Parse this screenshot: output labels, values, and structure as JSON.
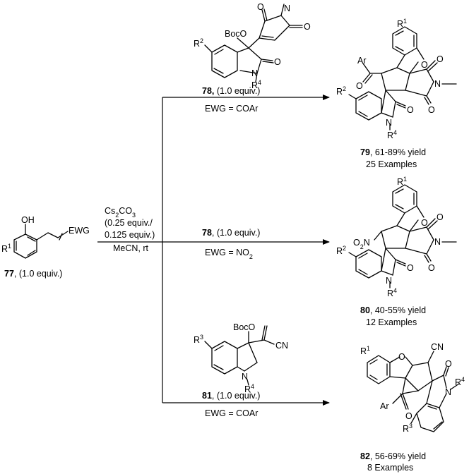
{
  "reagents_main": {
    "base": "Cs2CO3",
    "loading_1": "(0.25 equiv./",
    "loading_2": "0.125 equiv.)",
    "solvent": "MeCN, rt"
  },
  "start": {
    "id": "77",
    "equiv": ", (1.0 equiv.)",
    "atoms": {
      "oh": "OH",
      "r1": "R1",
      "ewg": "EWG"
    }
  },
  "branch_top": {
    "reagent_id": "78,",
    "reagent_equiv": " (1.0 equiv.)",
    "condition": "EWG = COAr",
    "reagent_atoms": {
      "boco": "BocO",
      "o1": "O",
      "o2": "O",
      "n1": "N",
      "o3": "O",
      "r2": "R2",
      "n2": "N",
      "r4": "R4"
    },
    "product_id": "79",
    "yield": ", 61-89% yield",
    "examples": "25 Examples",
    "product_atoms": {
      "r1": "R1",
      "o_ring": "O",
      "ar": "Ar",
      "o_ket": "O",
      "o_imide1": "O",
      "n_imide": "N",
      "o_imide2": "O",
      "r2": "R2",
      "o_lactam": "O",
      "n_lactam": "N",
      "r4": "R4"
    }
  },
  "branch_mid": {
    "reagent_id": "78",
    "reagent_equiv": ", (1.0 equiv.)",
    "condition": "EWG = NO2",
    "product_id": "80",
    "yield": ", 40-55% yield",
    "examples": "12 Examples",
    "product_atoms": {
      "r1": "R1",
      "o_ring": "O",
      "o2n": "O2N",
      "o_imide1": "O",
      "n_imide": "N",
      "o_imide2": "O",
      "r2": "R2",
      "o_lactam": "O",
      "n_lactam": "N",
      "r4": "R4"
    }
  },
  "branch_bot": {
    "reagent_id": "81",
    "reagent_equiv": ", (1.0 equiv.)",
    "condition": "EWG = COAr",
    "reagent_atoms": {
      "boco": "BocO",
      "cn": "CN",
      "r3": "R3",
      "n": "N",
      "r4": "R4"
    },
    "product_id": "82",
    "yield": ", 56-69% yield",
    "examples": "8 Examples",
    "product_atoms": {
      "r1": "R1",
      "o_ring": "O",
      "cn": "CN",
      "o_lactam": "O",
      "n": "N",
      "r4": "R4",
      "ar": "Ar",
      "o_ket": "O",
      "r3": "R3"
    }
  }
}
